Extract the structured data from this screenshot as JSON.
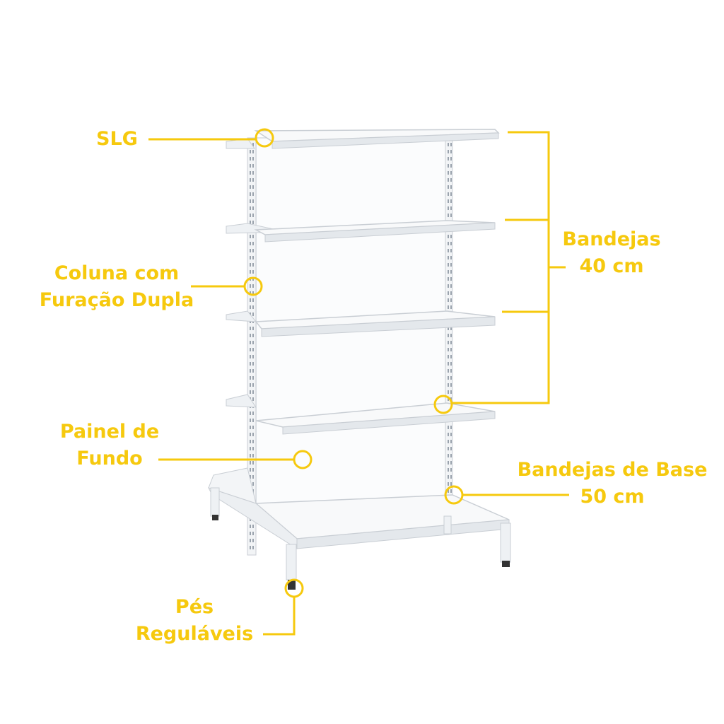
{
  "accent_color": "#F6C90E",
  "callouts": {
    "slg": {
      "lines": [
        "SLG"
      ]
    },
    "coluna": {
      "lines": [
        "Coluna com",
        "Furação Dupla"
      ]
    },
    "painel": {
      "lines": [
        "Painel de",
        "Fundo"
      ]
    },
    "pes": {
      "lines": [
        "Pés",
        "Reguláveis"
      ]
    },
    "bandejas": {
      "lines": [
        "Bandejas",
        "40 cm"
      ]
    },
    "base": {
      "lines": [
        "Bandejas de Base",
        "50 cm"
      ]
    }
  }
}
